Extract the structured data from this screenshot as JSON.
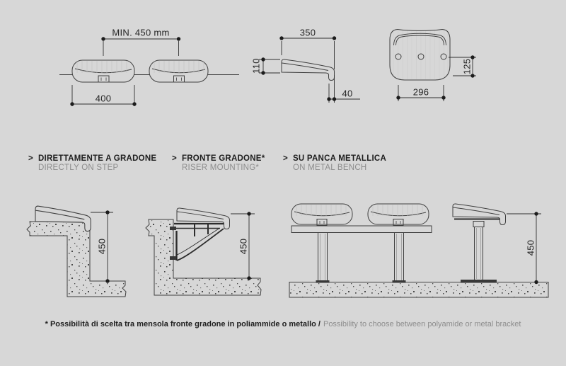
{
  "page": {
    "background": "#d7d7d7"
  },
  "colors": {
    "line": "#3f3f3f",
    "dimension_line": "#2f2f2f",
    "text_dark": "#1e1e1e",
    "text_gray": "#8d8d8d",
    "concrete_speck": "#4a4a4a"
  },
  "drawings": {
    "front_view": {
      "dim_spacing": "MIN. 450 mm",
      "dim_seat_width": "400"
    },
    "side_view": {
      "dim_depth": "350",
      "dim_height": "110",
      "dim_lip": "40"
    },
    "plan_view": {
      "dim_width": "296",
      "dim_hole_offset": "125"
    }
  },
  "mounting_options": [
    {
      "arrow": ">",
      "title": "DIRETTAMENTE A GRADONE",
      "subtitle": "DIRECTLY ON STEP",
      "dim_height": "450"
    },
    {
      "arrow": ">",
      "title": "FRONTE GRADONE*",
      "subtitle": "RISER MOUNTING*",
      "dim_height": "450"
    },
    {
      "arrow": ">",
      "title": "SU PANCA METALLICA",
      "subtitle": "ON METAL BENCH",
      "dim_height": "450"
    }
  ],
  "footnote": {
    "text_it": "* Possibilità di scelta tra mensola fronte gradone in poliammide o metallo /",
    "text_en": "Possibility to choose between polyamide or metal bracket"
  }
}
